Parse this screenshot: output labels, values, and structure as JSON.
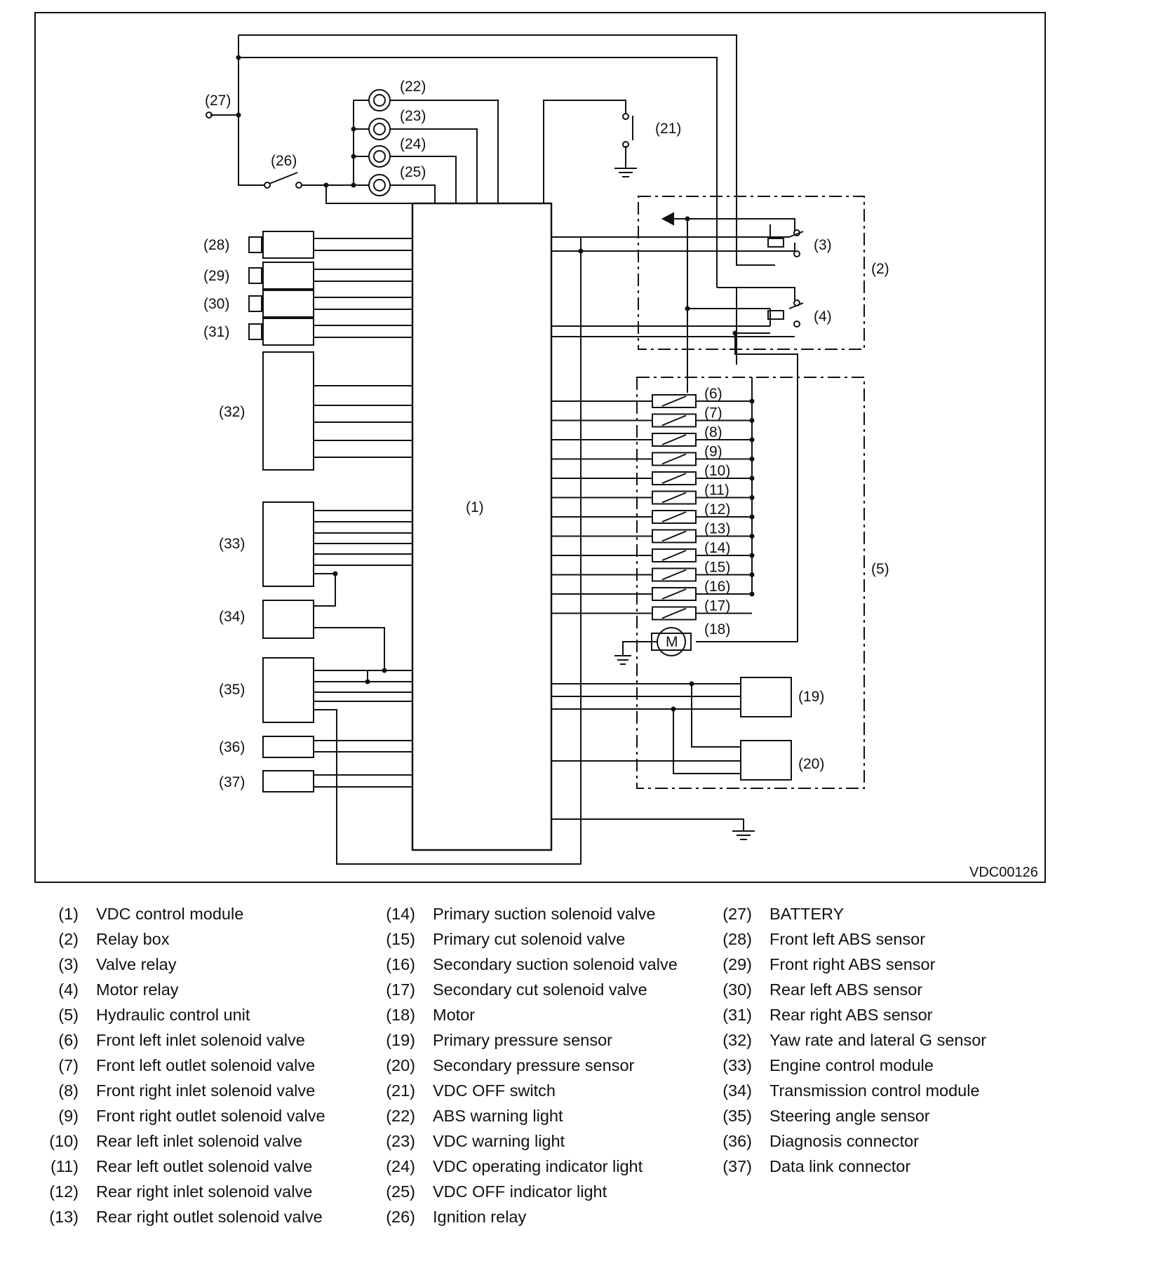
{
  "diagram": {
    "code": "VDC00126",
    "labels": {
      "n1": "(1)",
      "n2": "(2)",
      "n3": "(3)",
      "n4": "(4)",
      "n5": "(5)",
      "n6": "(6)",
      "n7": "(7)",
      "n8": "(8)",
      "n9": "(9)",
      "n10": "(10)",
      "n11": "(11)",
      "n12": "(12)",
      "n13": "(13)",
      "n14": "(14)",
      "n15": "(15)",
      "n16": "(16)",
      "n17": "(17)",
      "n18": "(18)",
      "n19": "(19)",
      "n20": "(20)",
      "n21": "(21)",
      "n22": "(22)",
      "n23": "(23)",
      "n24": "(24)",
      "n25": "(25)",
      "n26": "(26)",
      "n27": "(27)",
      "n28": "(28)",
      "n29": "(29)",
      "n30": "(30)",
      "n31": "(31)",
      "n32": "(32)",
      "n33": "(33)",
      "n34": "(34)",
      "n35": "(35)",
      "n36": "(36)",
      "n37": "(37)",
      "motor": "M"
    }
  },
  "legend": {
    "columns": [
      [
        {
          "num": "(1)",
          "text": "VDC control module"
        },
        {
          "num": "(2)",
          "text": "Relay box"
        },
        {
          "num": "(3)",
          "text": "Valve relay"
        },
        {
          "num": "(4)",
          "text": "Motor relay"
        },
        {
          "num": "(5)",
          "text": "Hydraulic control unit"
        },
        {
          "num": "(6)",
          "text": "Front left inlet solenoid valve"
        },
        {
          "num": "(7)",
          "text": "Front left outlet solenoid valve"
        },
        {
          "num": "(8)",
          "text": "Front right inlet solenoid valve"
        },
        {
          "num": "(9)",
          "text": "Front right outlet solenoid valve"
        },
        {
          "num": "(10)",
          "text": "Rear left inlet solenoid valve"
        },
        {
          "num": "(11)",
          "text": "Rear left outlet solenoid valve"
        },
        {
          "num": "(12)",
          "text": "Rear right inlet solenoid valve"
        },
        {
          "num": "(13)",
          "text": "Rear right outlet solenoid valve"
        }
      ],
      [
        {
          "num": "(14)",
          "text": "Primary suction solenoid valve"
        },
        {
          "num": "(15)",
          "text": "Primary cut solenoid valve"
        },
        {
          "num": "(16)",
          "text": "Secondary suction solenoid valve"
        },
        {
          "num": "(17)",
          "text": "Secondary cut solenoid valve"
        },
        {
          "num": "(18)",
          "text": "Motor"
        },
        {
          "num": "(19)",
          "text": "Primary pressure sensor"
        },
        {
          "num": "(20)",
          "text": "Secondary pressure sensor"
        },
        {
          "num": "(21)",
          "text": "VDC OFF switch"
        },
        {
          "num": "(22)",
          "text": "ABS warning light"
        },
        {
          "num": "(23)",
          "text": "VDC warning light"
        },
        {
          "num": "(24)",
          "text": "VDC operating indicator light"
        },
        {
          "num": "(25)",
          "text": "VDC OFF indicator light"
        },
        {
          "num": "(26)",
          "text": "Ignition relay"
        }
      ],
      [
        {
          "num": "(27)",
          "text": "BATTERY"
        },
        {
          "num": "(28)",
          "text": "Front left ABS sensor"
        },
        {
          "num": "(29)",
          "text": "Front right ABS sensor"
        },
        {
          "num": "(30)",
          "text": "Rear left ABS sensor"
        },
        {
          "num": "(31)",
          "text": "Rear right ABS sensor"
        },
        {
          "num": "(32)",
          "text": "Yaw rate and lateral G sensor"
        },
        {
          "num": "(33)",
          "text": "Engine control module"
        },
        {
          "num": "(34)",
          "text": "Transmission control module"
        },
        {
          "num": "(35)",
          "text": "Steering angle sensor"
        },
        {
          "num": "(36)",
          "text": "Diagnosis connector"
        },
        {
          "num": "(37)",
          "text": "Data link connector"
        }
      ]
    ]
  }
}
